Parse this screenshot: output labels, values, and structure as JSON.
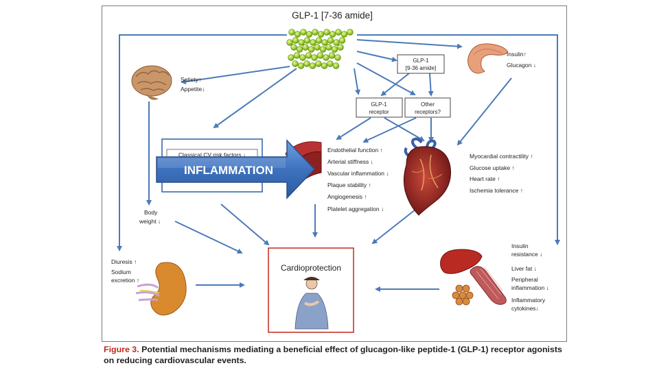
{
  "title": "GLP-1 [7-36 amide]",
  "metabolite": {
    "line1": "GLP-1",
    "line2": "[9-36 amide]"
  },
  "receptors": {
    "glp1": {
      "line1": "GLP-1",
      "line2": "receptor"
    },
    "other": {
      "line1": "Other",
      "line2": "receptors?"
    }
  },
  "brain": {
    "effects": [
      "Satiety↑",
      "Appetite↓"
    ]
  },
  "pancreas": {
    "effects": [
      "Insulin↑",
      "Glucagon ↓"
    ]
  },
  "body_weight": {
    "line1": "Body",
    "line2": "weight ↓"
  },
  "cv_risk_box": {
    "label": "Classical CV risk factors ↓"
  },
  "vascular_effects": [
    "Endothelial function ↑",
    "Arterial stiffness ↓",
    "Vascular inflammation ↓",
    "Plaque stability ↑",
    "Angiogenesis ↑",
    "Platelet aggregation ↓"
  ],
  "heart_effects": [
    "Myocardial contractility ↑",
    "Glucose uptake ↑",
    "Heart rate ↑",
    "Ischemia tolerance ↑"
  ],
  "kidney": {
    "effects": [
      "Diuresis ↑",
      "Sodium",
      "excretion ↑"
    ]
  },
  "liver_muscle": {
    "effects": [
      "Insulin",
      "resistance ↓",
      "Liver fat ↓",
      "Peripheral",
      "inflammation ↓",
      "Inflammatory",
      "cytokines↓"
    ]
  },
  "cardioprotection": {
    "label": "Cardioprotection"
  },
  "inflammation_banner": {
    "label": "INFLAMMATION"
  },
  "caption": {
    "figure_label": "Figure 3.",
    "text": "Potential mechanisms mediating a beneficial effect of glucagon-like peptide-1 (GLP-1) receptor agonists on reducing cardiovascular events."
  },
  "colors": {
    "arrow": "#4a7ab8",
    "peptide": "#9ccc2e",
    "cardio_border": "#c0281c",
    "banner_top": "#5f93d6",
    "banner_bottom": "#2a5aa0",
    "caption_label": "#c0281c"
  }
}
